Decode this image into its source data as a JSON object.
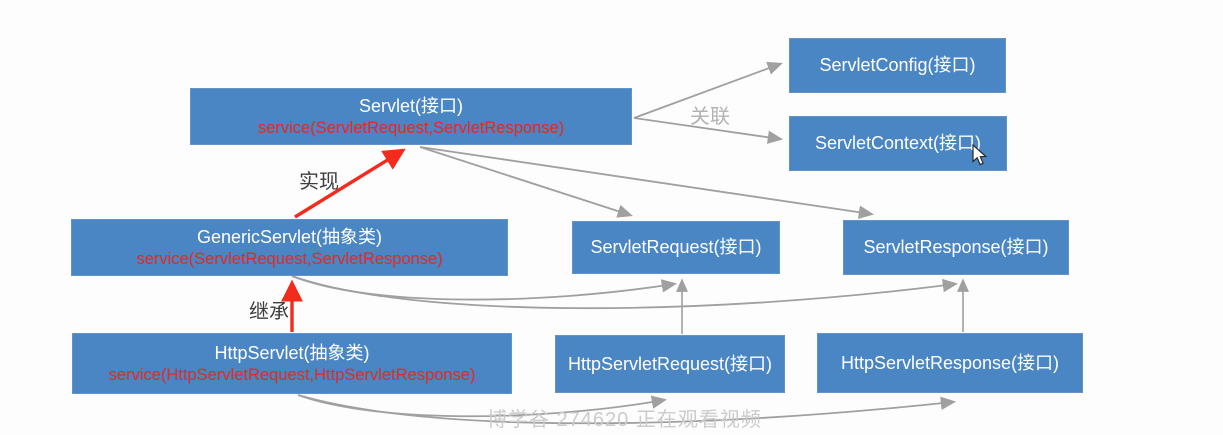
{
  "diagram": {
    "boxes": {
      "servlet": {
        "title": "Servlet(接口)",
        "method": "service(ServletRequest,ServletResponse)"
      },
      "servlet_config": {
        "title": "ServletConfig(接口)"
      },
      "servlet_context": {
        "title": "ServletContext(接口)"
      },
      "generic_servlet": {
        "title": "GenericServlet(抽象类)",
        "method": "service(ServletRequest,ServletResponse)"
      },
      "servlet_request": {
        "title": "ServletRequest(接口)"
      },
      "servlet_response": {
        "title": "ServletResponse(接口)"
      },
      "http_servlet": {
        "title": "HttpServlet(抽象类)",
        "method": "service(HttpServletRequest,HttpServletResponse)"
      },
      "http_servlet_request": {
        "title": "HttpServletRequest(接口)"
      },
      "http_servlet_response": {
        "title": "HttpServletResponse(接口)"
      }
    },
    "labels": {
      "association": "关联",
      "implements": "实现",
      "extends": "继承"
    },
    "watermark": "博学谷 274620 正在观看视频",
    "colors": {
      "box_blue": "#4A85C4",
      "method_red": "#E8281E",
      "arrow_red": "#F32B1D",
      "arrow_gray": "#A0A0A0",
      "association_label_gray": "#B3B3B3",
      "relation_label_dark": "#3D3D3D",
      "watermark_gray": "#CBCBCB",
      "box_text_white": "#FFFFFF"
    }
  }
}
